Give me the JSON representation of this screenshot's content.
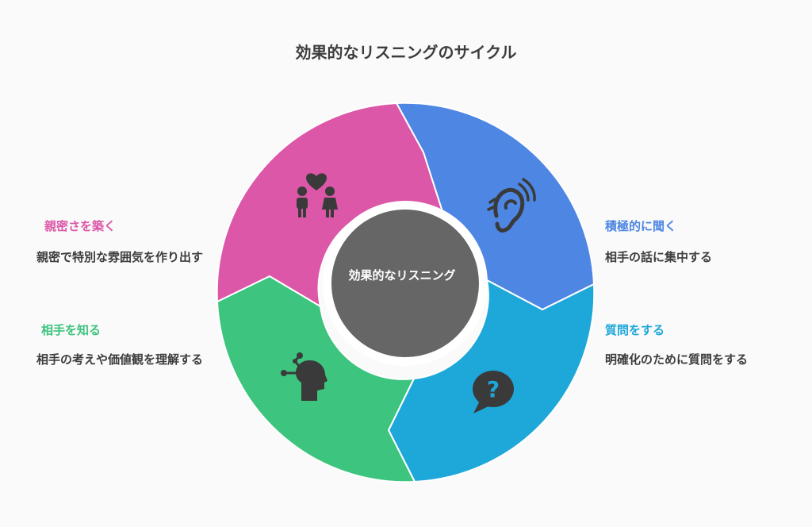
{
  "title": "効果的なリスニングのサイクル",
  "center": {
    "label": "効果的なリスニング"
  },
  "segments": [
    {
      "title": "積極的に聞く",
      "description": "相手の話に集中する",
      "color": "#4e86e4",
      "icon": "ear-icon"
    },
    {
      "title": "質問をする",
      "description": "明確化のために質問をする",
      "color": "#1ea8d9",
      "icon": "question-bubble-icon"
    },
    {
      "title": "相手を知る",
      "description": "相手の考えや価値観を理解する",
      "color": "#3dc47e",
      "icon": "head-thinking-icon"
    },
    {
      "title": "親密さを築く",
      "description": "親密で特別な雰囲気を作り出す",
      "color": "#dc57a8",
      "icon": "couple-heart-icon"
    }
  ],
  "colors": {
    "center": "#666666",
    "title_text": "#3d3d3d"
  }
}
